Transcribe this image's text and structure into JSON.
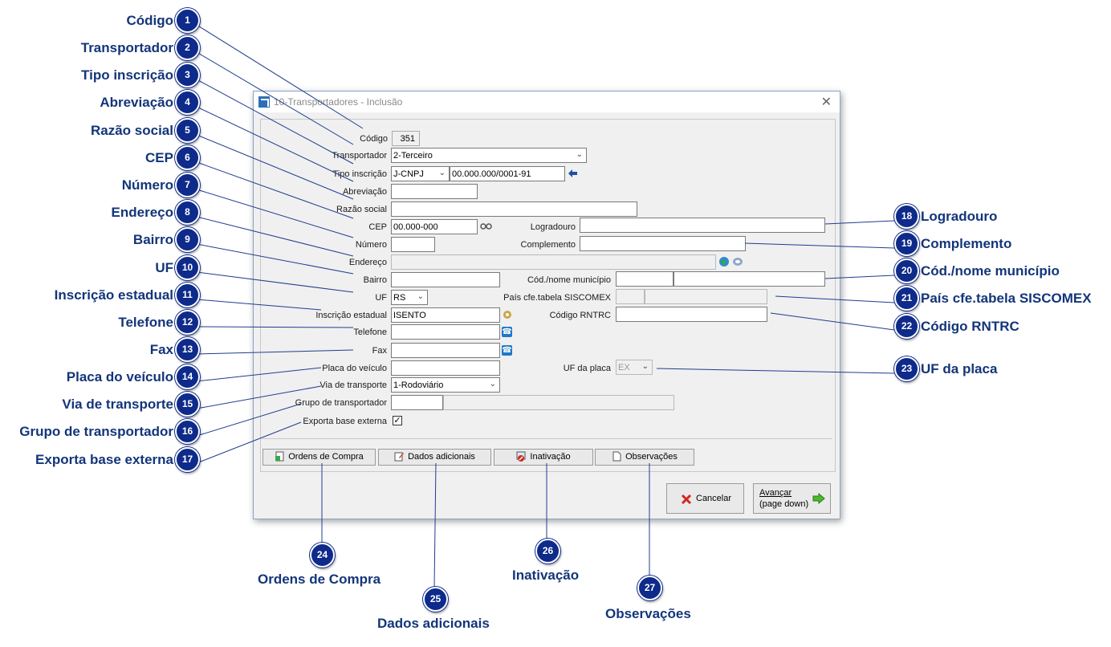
{
  "window": {
    "title": "10-Transportadores - Inclusão",
    "close_label": "✕"
  },
  "form": {
    "codigo": {
      "label": "Código",
      "value": "351"
    },
    "transportador": {
      "label": "Transportador",
      "value": "2-Terceiro"
    },
    "tipo_inscricao": {
      "label": "Tipo inscrição",
      "value": "J-CNPJ",
      "number": "00.000.000/0001-91"
    },
    "abreviacao": {
      "label": "Abreviação",
      "value": ""
    },
    "razao_social": {
      "label": "Razão social",
      "value": ""
    },
    "cep": {
      "label": "CEP",
      "value": "00.000-000"
    },
    "numero": {
      "label": "Número",
      "value": ""
    },
    "endereco": {
      "label": "Endereço",
      "value": ""
    },
    "bairro": {
      "label": "Bairro",
      "value": ""
    },
    "uf": {
      "label": "UF",
      "value": "RS"
    },
    "inscricao_estadual": {
      "label": "Inscrição estadual",
      "value": "ISENTO"
    },
    "telefone": {
      "label": "Telefone",
      "value": ""
    },
    "fax": {
      "label": "Fax",
      "value": ""
    },
    "placa": {
      "label": "Placa do veículo",
      "value": ""
    },
    "via_transporte": {
      "label": "Via de transporte",
      "value": "1-Rodoviário"
    },
    "grupo": {
      "label": "Grupo de transportador",
      "value": ""
    },
    "exporta": {
      "label": "Exporta base externa",
      "checked": true
    },
    "logradouro": {
      "label": "Logradouro",
      "value": ""
    },
    "complemento": {
      "label": "Complemento",
      "value": ""
    },
    "municipio": {
      "label": "Cód./nome município",
      "value": ""
    },
    "pais": {
      "label": "País cfe.tabela SISCOMEX",
      "value": ""
    },
    "rntrc": {
      "label": "Código RNTRC",
      "value": ""
    },
    "uf_placa": {
      "label": "UF da placa",
      "value": "EX"
    }
  },
  "buttons": {
    "ordens": "Ordens de Compra",
    "dados": "Dados adicionais",
    "inativacao": "Inativação",
    "observacoes": "Observações",
    "cancelar": "Cancelar",
    "avancar_1": "Avançar",
    "avancar_2": "(page down)"
  },
  "callouts": [
    {
      "n": "1",
      "text": "Código"
    },
    {
      "n": "2",
      "text": "Transportador"
    },
    {
      "n": "3",
      "text": "Tipo inscrição"
    },
    {
      "n": "4",
      "text": "Abreviação"
    },
    {
      "n": "5",
      "text": "Razão social"
    },
    {
      "n": "6",
      "text": "CEP"
    },
    {
      "n": "7",
      "text": "Número"
    },
    {
      "n": "8",
      "text": "Endereço"
    },
    {
      "n": "9",
      "text": "Bairro"
    },
    {
      "n": "10",
      "text": "UF"
    },
    {
      "n": "11",
      "text": "Inscrição estadual"
    },
    {
      "n": "12",
      "text": "Telefone"
    },
    {
      "n": "13",
      "text": "Fax"
    },
    {
      "n": "14",
      "text": "Placa do veículo"
    },
    {
      "n": "15",
      "text": "Via de transporte"
    },
    {
      "n": "16",
      "text": "Grupo de transportador"
    },
    {
      "n": "17",
      "text": "Exporta base externa"
    },
    {
      "n": "18",
      "text": "Logradouro"
    },
    {
      "n": "19",
      "text": "Complemento"
    },
    {
      "n": "20",
      "text": "Cód./nome município"
    },
    {
      "n": "21",
      "text": "País cfe.tabela SISCOMEX"
    },
    {
      "n": "22",
      "text": "Código RNTRC"
    },
    {
      "n": "23",
      "text": "UF da placa"
    },
    {
      "n": "24",
      "text": "Ordens de Compra"
    },
    {
      "n": "25",
      "text": "Dados adicionais"
    },
    {
      "n": "26",
      "text": "Inativação"
    },
    {
      "n": "27",
      "text": "Observações"
    }
  ],
  "colors": {
    "badge": "#0e2a8a",
    "callout_text": "#13357a",
    "leader_line": "#1f3d8f"
  }
}
